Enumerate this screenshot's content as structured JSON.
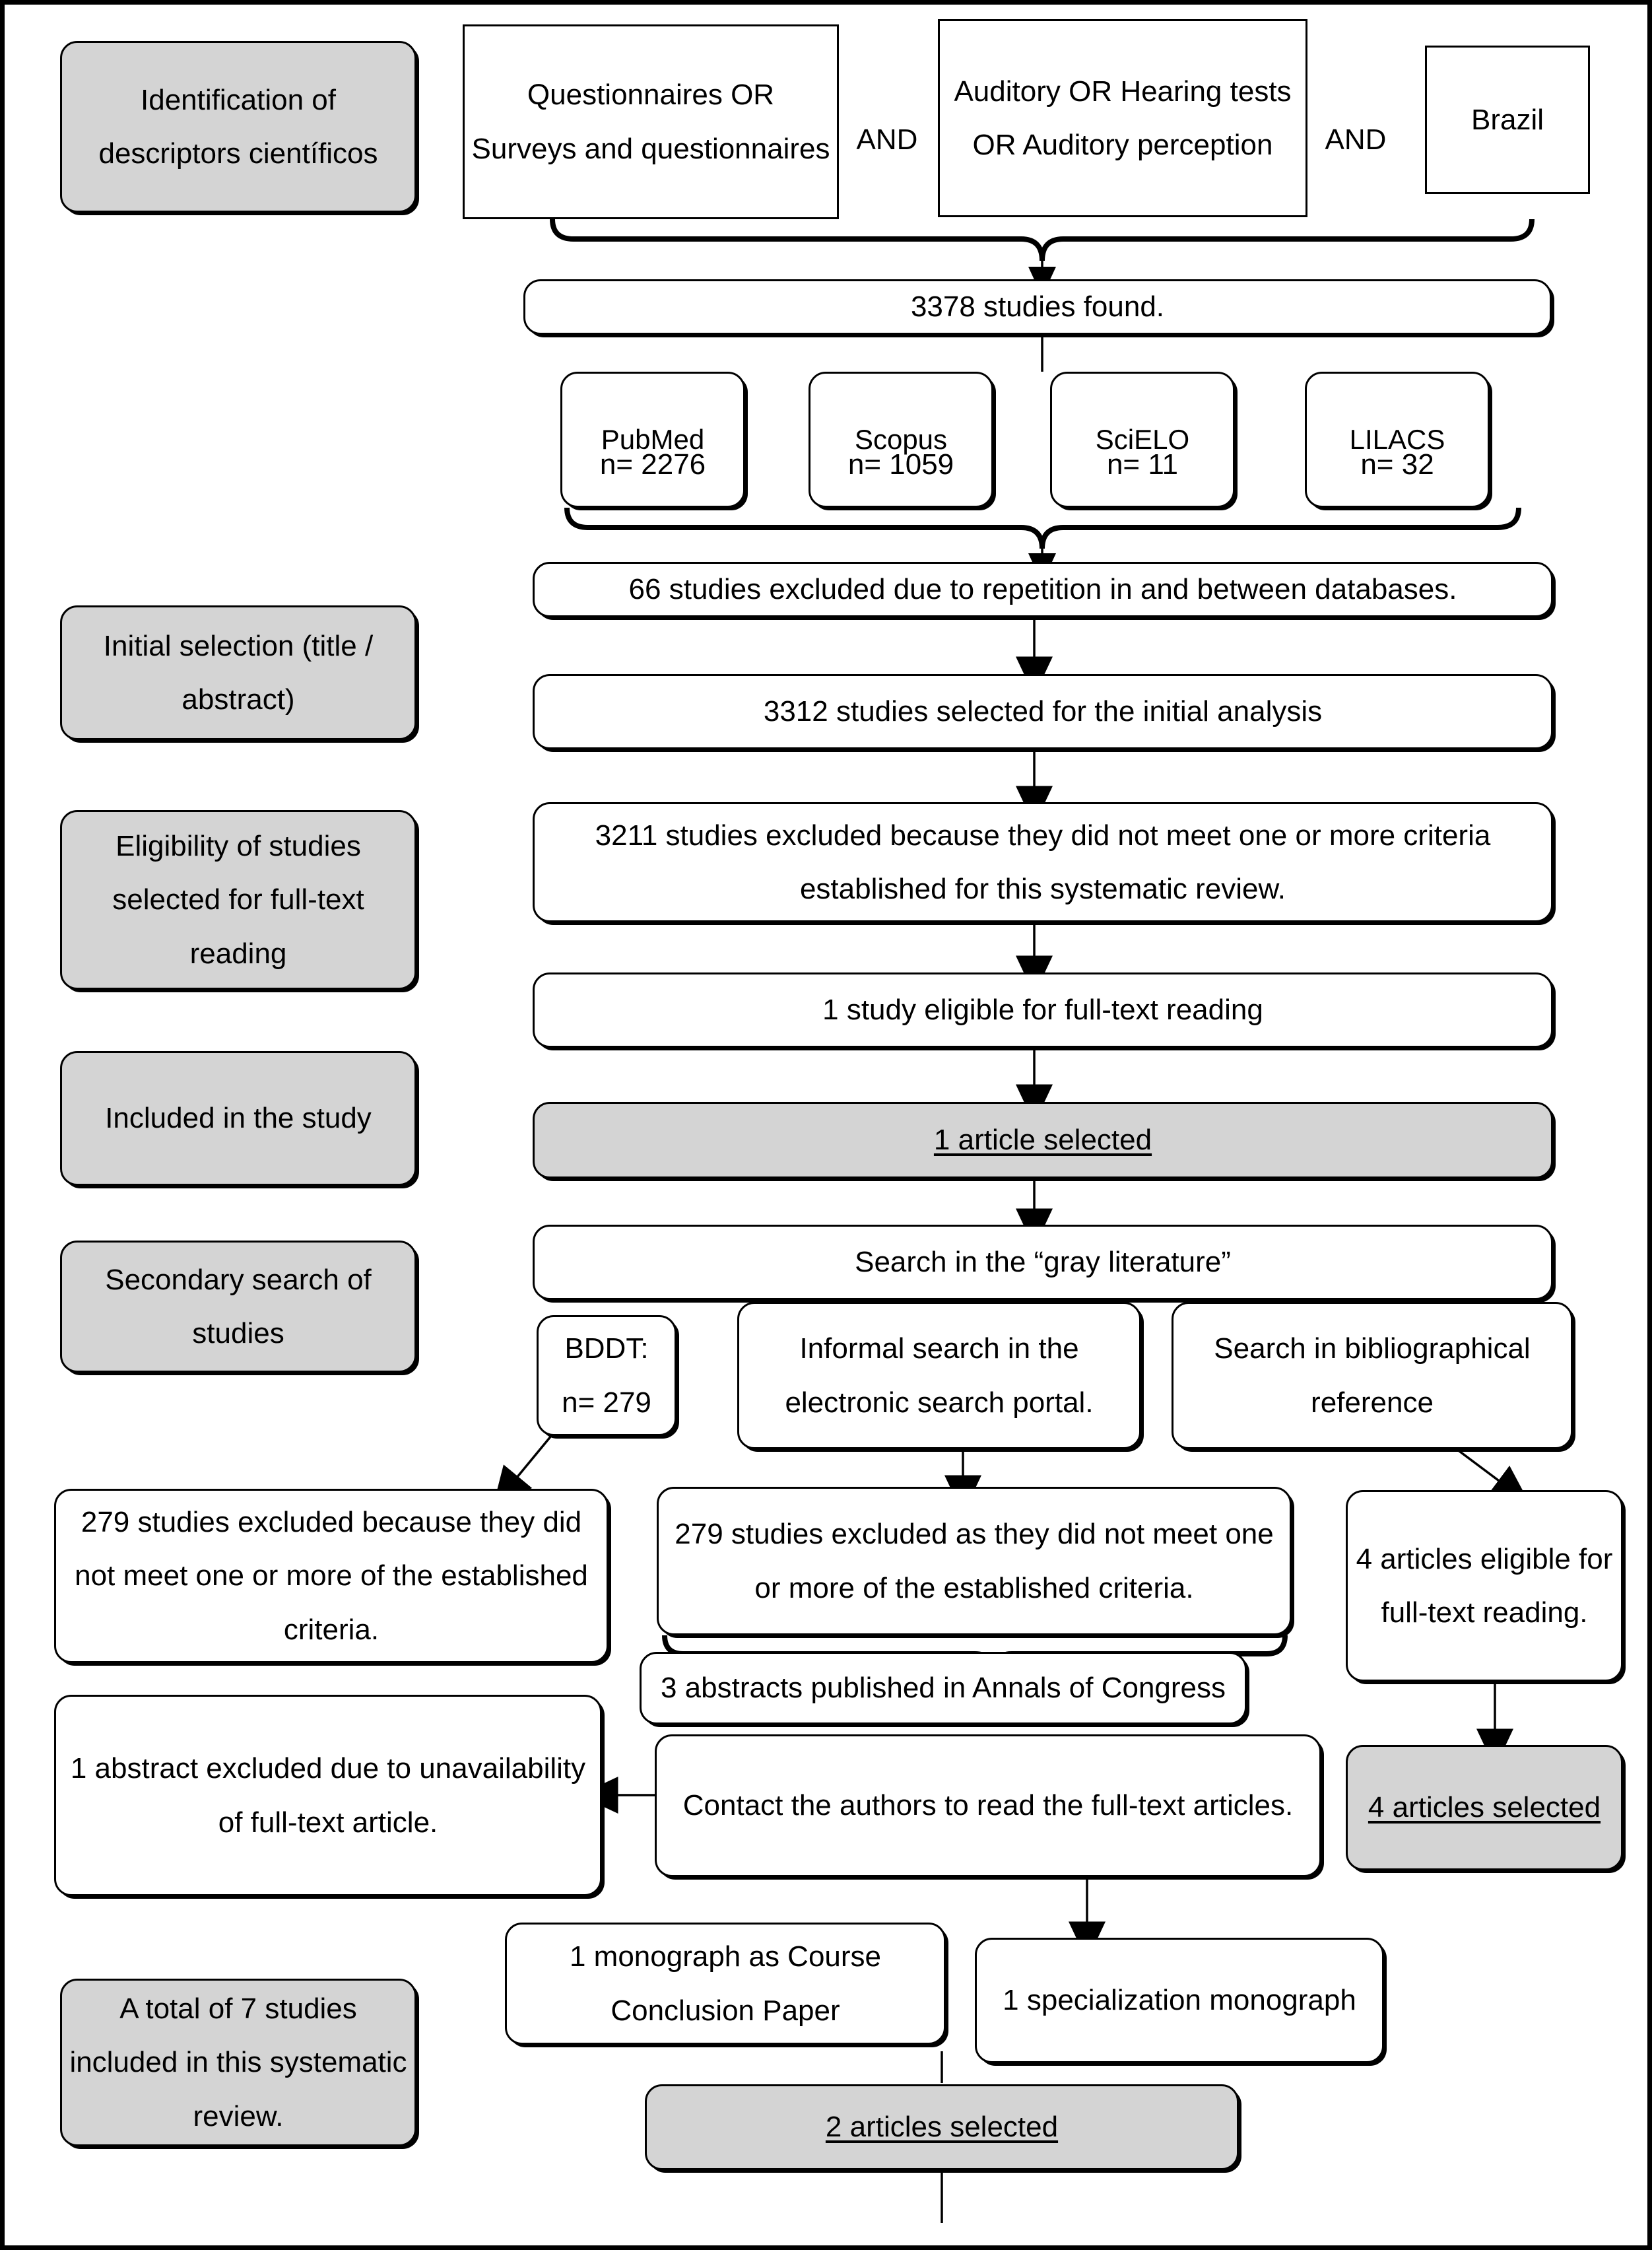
{
  "diagram": {
    "title": "Systematic review study selection flowchart",
    "colors": {
      "stage_fill": "#d4d4d4",
      "box_fill": "#ffffff",
      "stroke": "#000000"
    }
  },
  "stages": [
    {
      "id": "identification",
      "label": "Identification of descriptors científicos"
    },
    {
      "id": "initial-selection",
      "label": "Initial selection (title / abstract)"
    },
    {
      "id": "eligibility",
      "label": "Eligibility of studies selected for full-text reading"
    },
    {
      "id": "included",
      "label": "Included in the study"
    },
    {
      "id": "secondary-search",
      "label": "Secondary search of studies"
    },
    {
      "id": "total",
      "label": "A total of 7 studies included in this systematic review."
    }
  ],
  "search_terms": {
    "term1": "Questionnaires OR Surveys and questionnaires",
    "operator1": "AND",
    "term2": "Auditory OR Hearing tests OR Auditory perception",
    "operator2": "AND",
    "term3": "Brazil"
  },
  "flow": {
    "studies_found": "3378 studies found.",
    "databases": [
      {
        "name": "PubMed",
        "count": "n= 2276"
      },
      {
        "name": "Scopus",
        "count": "n= 1059"
      },
      {
        "name": "SciELO",
        "count": "n= 11"
      },
      {
        "name": "LILACS",
        "count": "n= 32"
      }
    ],
    "excluded_repetition": "66 studies excluded due to repetition in and between databases.",
    "selected_initial": "3312 studies selected for the initial analysis",
    "excluded_criteria": "3211 studies excluded because they did not meet one or more criteria established for this systematic review.",
    "eligible_fulltext": "1 study eligible for full-text reading",
    "article_selected_1": "1 article selected",
    "gray_literature": "Search in the “gray literature”",
    "gray_sources": [
      {
        "id": "bddt",
        "label": "BDDT: n= 279"
      },
      {
        "id": "informal",
        "label": "Informal search in the electronic search portal."
      },
      {
        "id": "bibliographic",
        "label": "Search in bibliographical reference"
      }
    ],
    "excluded_279_left": "279 studies excluded because they did not meet one or more of the established criteria.",
    "excluded_279_mid": "279 studies excluded as they did not meet one or more of the established criteria.",
    "articles_eligible_4": "4 articles eligible for full-text reading.",
    "articles_selected_4": "4 articles selected",
    "abstracts_congress": "3 abstracts published in Annals of Congress",
    "abstract_excluded": "1 abstract excluded due to unavailability of full-text article.",
    "contact_authors": "Contact the authors to read the full-text articles.",
    "monograph_course": "1 monograph as Course Conclusion Paper",
    "monograph_specialization": "1 specialization monograph",
    "articles_selected_2": "2 articles selected"
  }
}
